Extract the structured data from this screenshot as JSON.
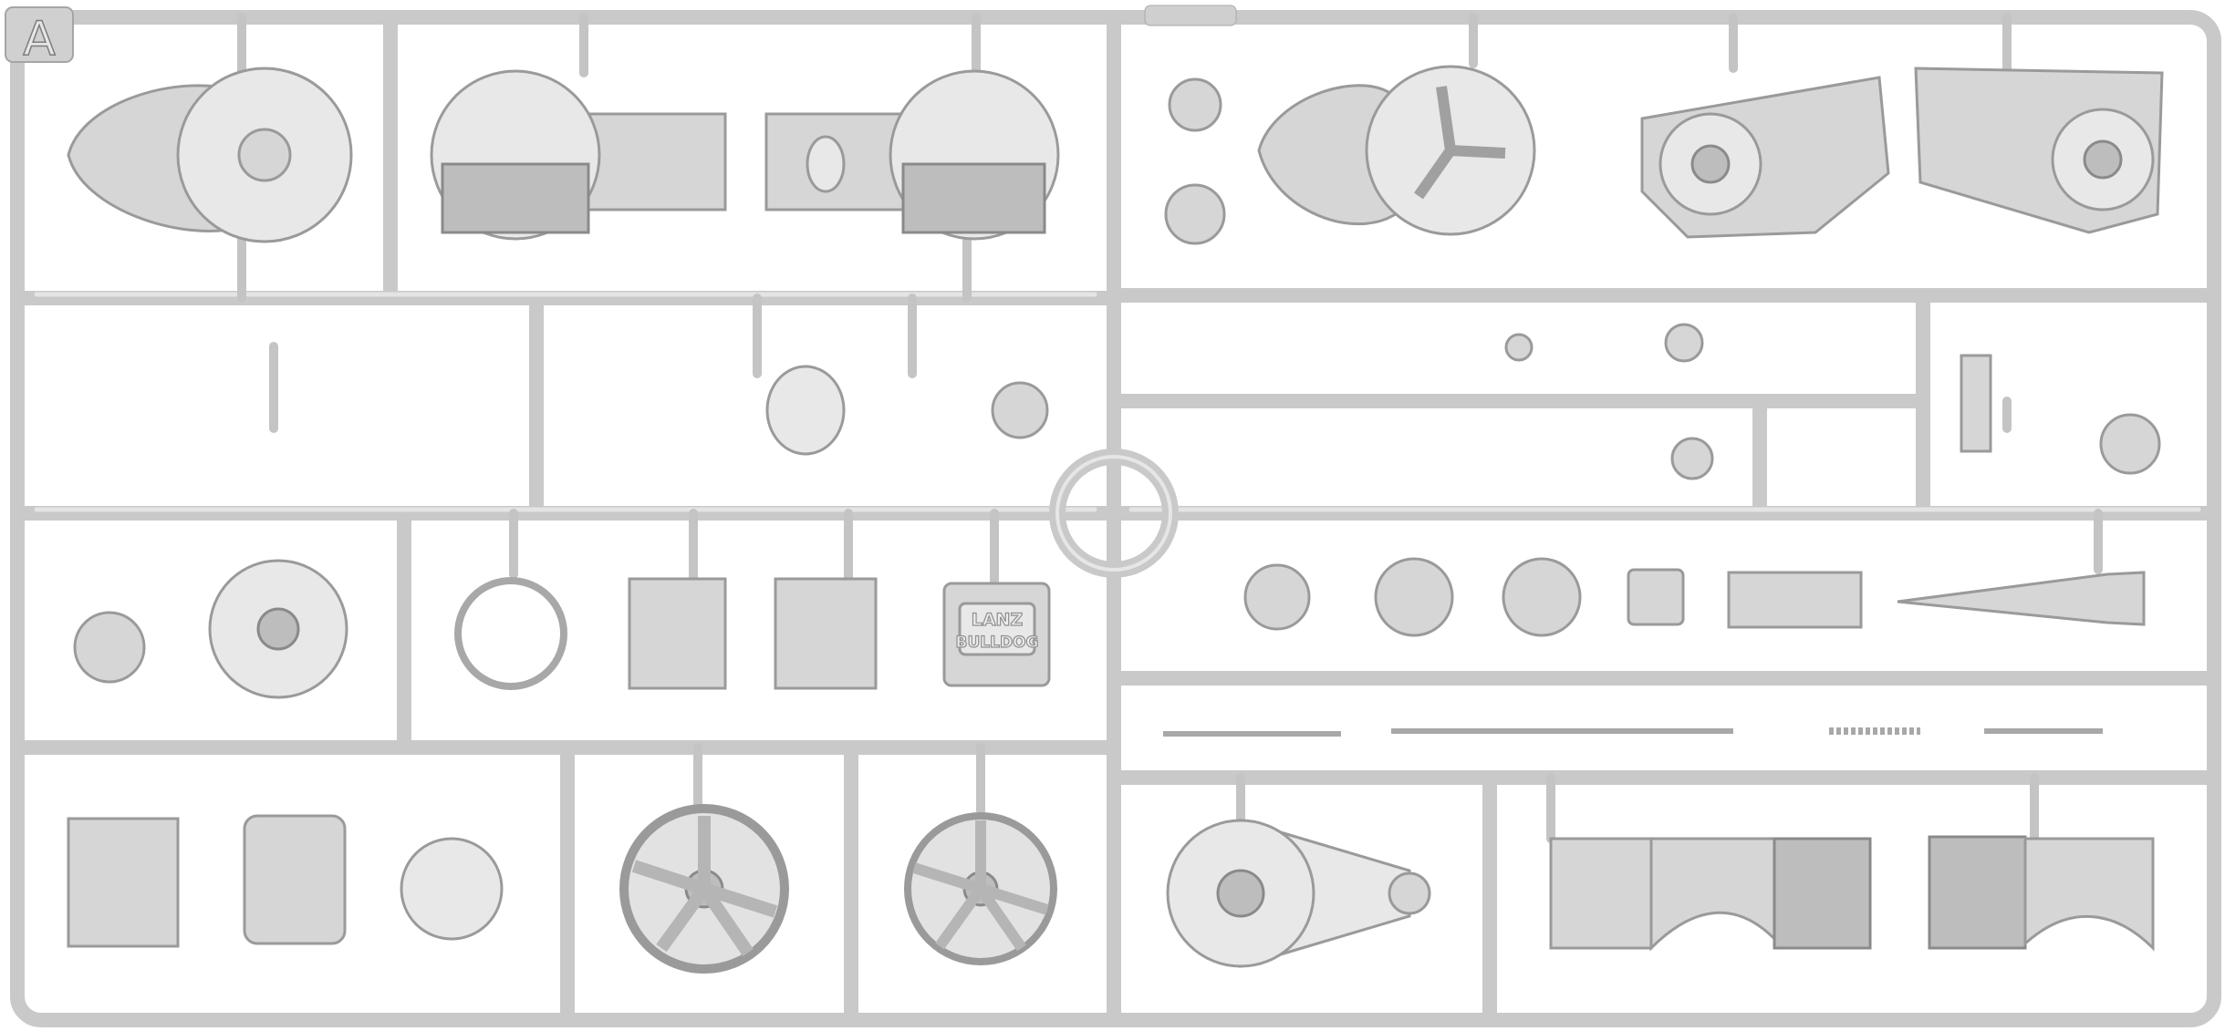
{
  "sprue": {
    "letter": "A",
    "plastic_color": "#c9c9c9"
  },
  "parts": {
    "nameplate": {
      "line1": "LANZ",
      "line2": "BULLDOG"
    }
  }
}
